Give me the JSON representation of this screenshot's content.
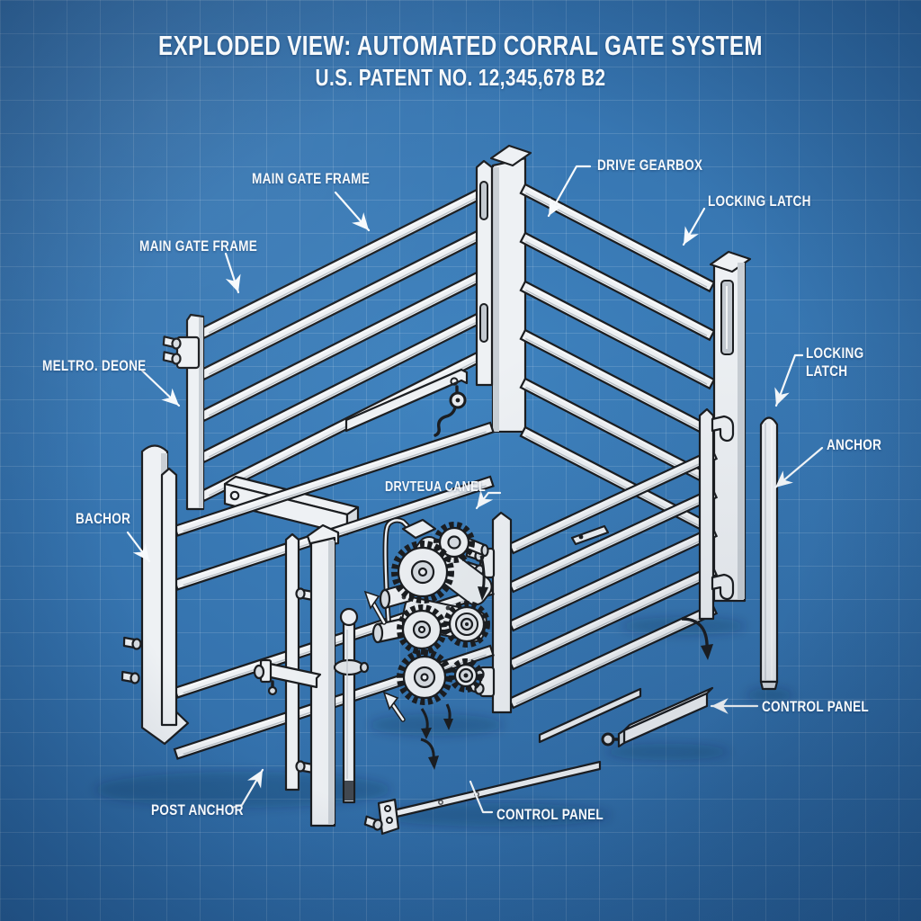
{
  "title": "EXPLODED VIEW: AUTOMATED CORRAL GATE SYSTEM",
  "subtitle": "U.S. PATENT NO. 12,345,678 B2",
  "labels": {
    "main_gate_frame_upper": "MAIN GATE FRAME",
    "main_gate_frame_lower": "MAIN GATE FRAME",
    "drive_gearbox": "DRIVE GEARBOX",
    "locking_latch_upper": "LOCKING LATCH",
    "meltro_deone": "MELTRO. DEONE",
    "bachor": "BACHOR",
    "drive_canel": "DRVTEUA CANEL",
    "locking_latch_right": "LOCKING LATCH",
    "anchor": "ANCHOR",
    "control_panel_right": "CONTROL PANEL",
    "control_panel_bottom": "CONTROL PANEL",
    "post_anchor": "POST ANCHOR"
  },
  "colors": {
    "background": "#2f6fa9",
    "grid": "rgba(255,255,255,0.13)",
    "ink": "#1b1d20",
    "part_fill": "#eef1f4",
    "part_shade": "#d8dde2",
    "label_text": "#f6f9fb"
  }
}
